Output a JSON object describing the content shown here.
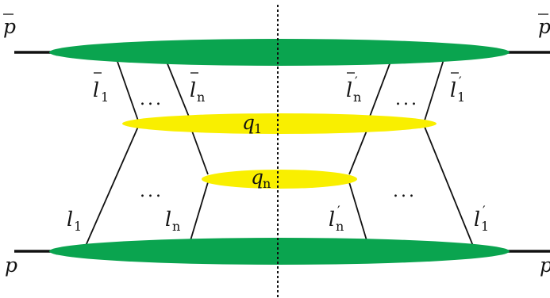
{
  "colors": {
    "green": "#0aa44f",
    "yellow": "#f9ef00",
    "line": "#111111"
  },
  "external": {
    "pbar_left": {
      "base": "p",
      "bar": true
    },
    "pbar_right": {
      "base": "p",
      "bar": true
    },
    "p_left": {
      "base": "p"
    },
    "p_right": {
      "base": "p"
    }
  },
  "blobs": {
    "q1": {
      "base": "q",
      "sub": "1"
    },
    "qn": {
      "base": "q",
      "sub": "n"
    }
  },
  "lines": {
    "lbar1": {
      "base": "l",
      "sub": "1",
      "bar": true,
      "prime": false
    },
    "lbarn": {
      "base": "l",
      "sub": "n",
      "bar": true,
      "prime": false
    },
    "lbarnp": {
      "base": "l",
      "sub": "n",
      "bar": true,
      "prime": true
    },
    "lbar1p": {
      "base": "l",
      "sub": "1",
      "bar": true,
      "prime": true
    },
    "l1": {
      "base": "l",
      "sub": "1",
      "bar": false,
      "prime": false
    },
    "ln": {
      "base": "l",
      "sub": "n",
      "bar": false,
      "prime": false
    },
    "lnp": {
      "base": "l",
      "sub": "n",
      "bar": false,
      "prime": true
    },
    "l1p": {
      "base": "l",
      "sub": "1",
      "bar": false,
      "prime": true
    }
  },
  "ellipsis": "..."
}
